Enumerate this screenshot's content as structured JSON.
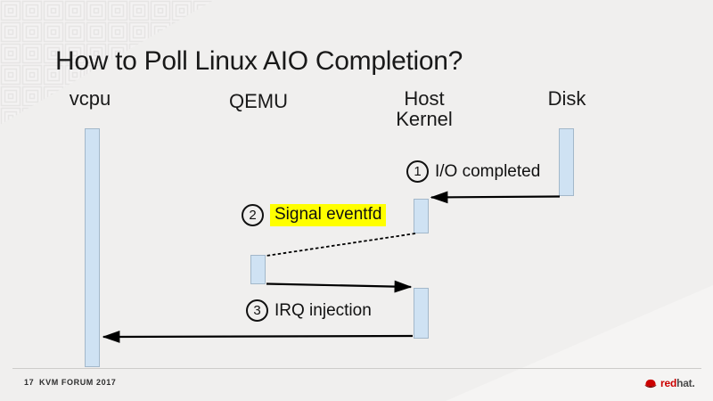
{
  "slide": {
    "title": "How to Poll Linux AIO Completion?",
    "footer": {
      "page_number": "17",
      "event": "KVM FORUM 2017"
    },
    "logo": {
      "red": "red",
      "hat": "hat."
    }
  },
  "diagram": {
    "lanes": [
      {
        "id": "vcpu",
        "label": "vcpu"
      },
      {
        "id": "qemu",
        "label": "QEMU"
      },
      {
        "id": "host-kernel",
        "label": "Host\nKernel"
      },
      {
        "id": "disk",
        "label": "Disk"
      }
    ],
    "steps": [
      {
        "num": "1",
        "label": "I/O completed"
      },
      {
        "num": "2",
        "label": "Signal eventfd",
        "highlight": "#ffff00"
      },
      {
        "num": "3",
        "label": "IRQ injection"
      }
    ],
    "connectors": [
      {
        "type": "solid-arrow",
        "from": "disk",
        "to": "host-kernel"
      },
      {
        "type": "dashed-line",
        "from": "host-kernel",
        "to": "qemu"
      },
      {
        "type": "solid-arrow",
        "from": "qemu",
        "to": "host-kernel"
      },
      {
        "type": "solid-arrow",
        "from": "host-kernel",
        "to": "vcpu"
      }
    ],
    "colors": {
      "activation_bar_fill": "#cfe2f3",
      "activation_bar_border": "#a3b8ca",
      "arrow": "#000000",
      "highlight": "#ffff00",
      "background": "#f0efee"
    }
  }
}
